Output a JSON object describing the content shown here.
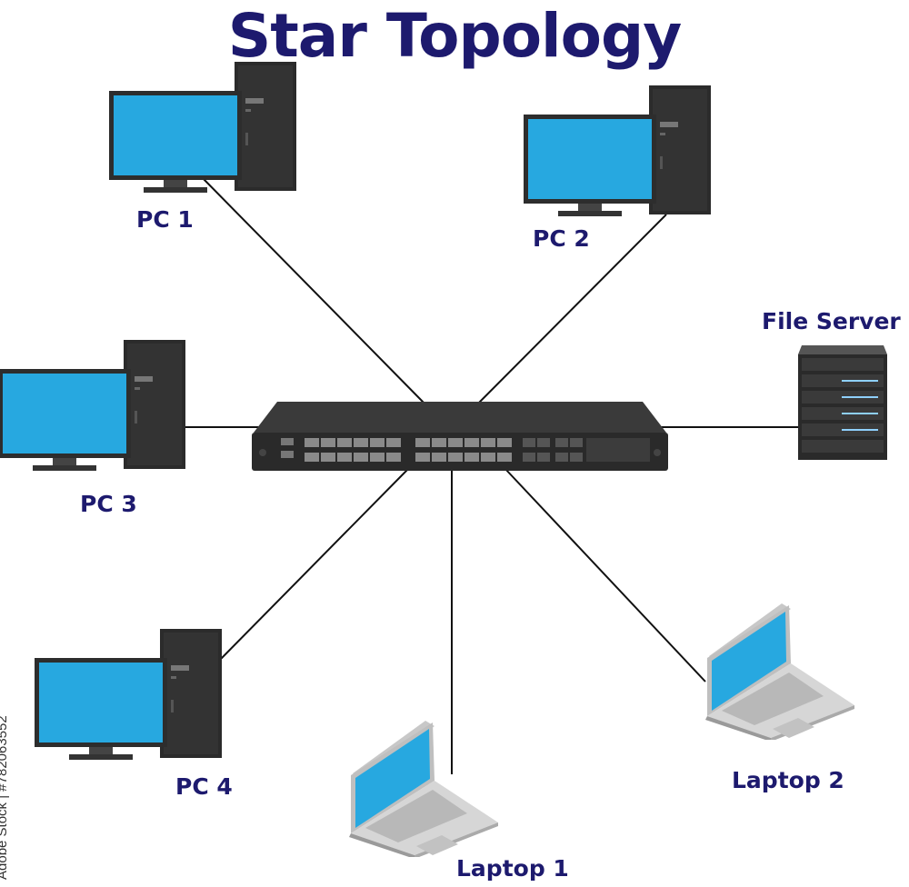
{
  "title": "Star Topology",
  "hub": {
    "icon": "network-switch-icon"
  },
  "nodes": [
    {
      "id": "pc1",
      "label": "PC 1",
      "icon": "desktop-computer-icon"
    },
    {
      "id": "pc2",
      "label": "PC 2",
      "icon": "desktop-computer-icon"
    },
    {
      "id": "pc3",
      "label": "PC 3",
      "icon": "desktop-computer-icon"
    },
    {
      "id": "pc4",
      "label": "PC 4",
      "icon": "desktop-computer-icon"
    },
    {
      "id": "server",
      "label": "File Server",
      "icon": "server-icon"
    },
    {
      "id": "laptop1",
      "label": "Laptop 1",
      "icon": "laptop-icon"
    },
    {
      "id": "laptop2",
      "label": "Laptop 2",
      "icon": "laptop-icon"
    }
  ],
  "edges": [
    [
      "pc1",
      "hub"
    ],
    [
      "pc2",
      "hub"
    ],
    [
      "pc3",
      "hub"
    ],
    [
      "pc4",
      "hub"
    ],
    [
      "server",
      "hub"
    ],
    [
      "laptop1",
      "hub"
    ],
    [
      "laptop2",
      "hub"
    ]
  ],
  "watermark": "Adobe Stock | #782063552",
  "colors": {
    "title": "#1d1a6e",
    "screen": "#27a8e0",
    "tower": "#2b2b2b",
    "switch": "#2a2a2a",
    "laptop_body": "#c8c8c8",
    "link": "#111111"
  }
}
